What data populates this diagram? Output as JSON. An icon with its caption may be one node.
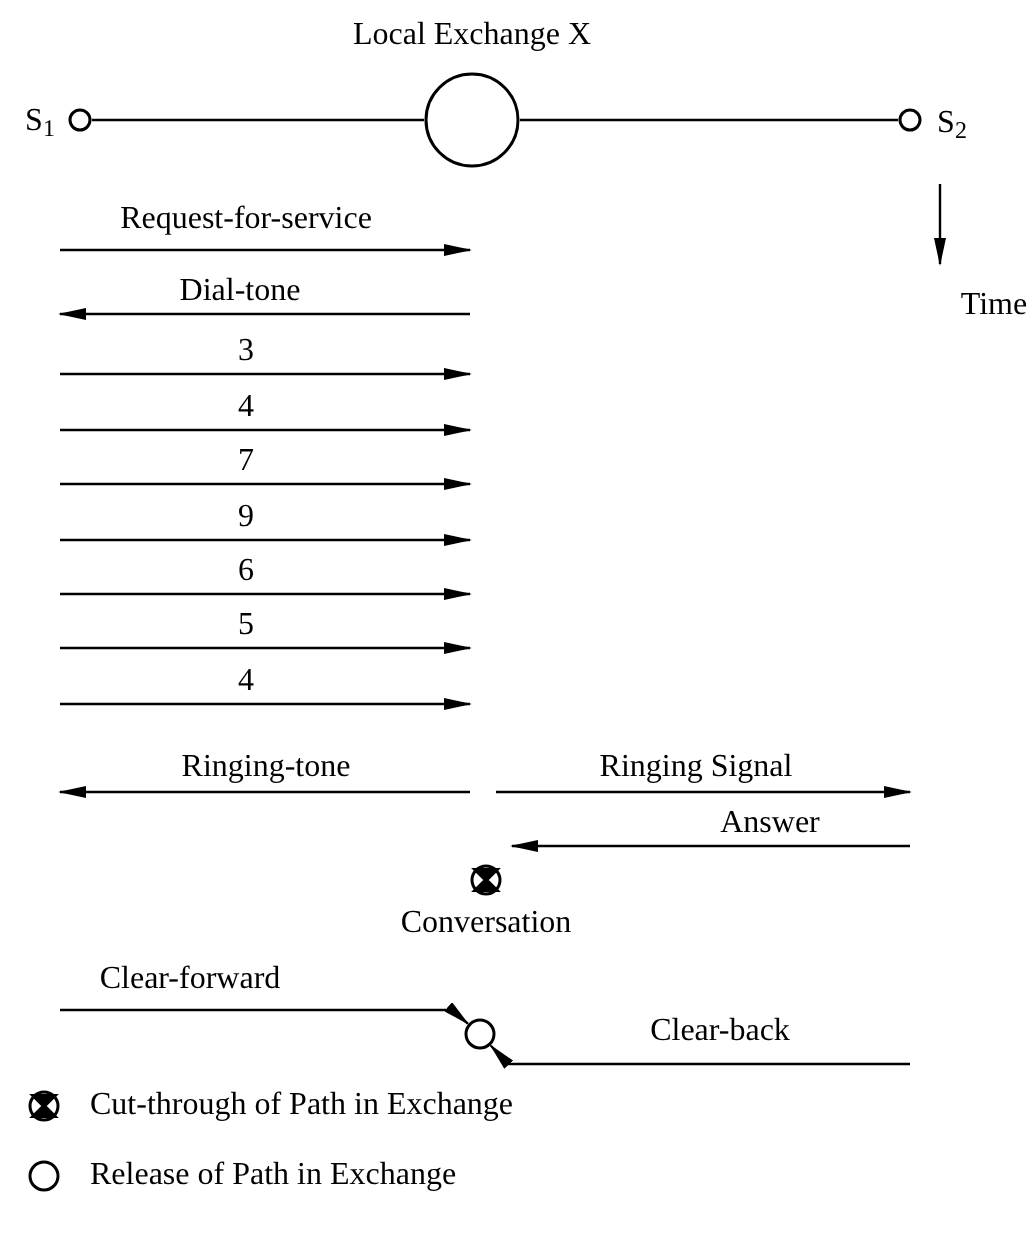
{
  "diagram": {
    "nodes": [
      {
        "text": [],
        "shape": "circle",
        "beside": [
          "S$_{1}$"
        ]
      },
      {
        "text": [],
        "shape": "circle",
        "beside": [
          "Local Exchange X"
        ]
      },
      {
        "text": [],
        "shape": "circle",
        "beside": [
          "S$_{2}$"
        ]
      },
      {
        "text": [],
        "shape": "circle",
        "beside": [
          "Conversation"
        ]
      },
      {
        "text": [],
        "shape": "circle"
      }
    ],
    "edges": [
      {
        "from": 0,
        "to": 1,
        "arrow": "none"
      },
      {
        "from": 1,
        "to": 2,
        "arrow": "none"
      },
      {
        "from": null,
        "to": 4,
        "arrow": "to",
        "label": "Clear-forward"
      },
      {
        "from": null,
        "to": 4,
        "arrow": "to",
        "label": "Clear-back"
      }
    ],
    "labels": [
      "Request-for-service",
      "Dial-tone",
      "Time",
      "3",
      "4",
      "7",
      "9",
      "6",
      "5",
      "4",
      "Ringing-tone",
      "Ringing Signal",
      "Answer"
    ],
    "legend": [
      {
        "text": "Cut-through of Path in Exchange"
      },
      {
        "text": "Release of Path in Exchange"
      }
    ]
  }
}
